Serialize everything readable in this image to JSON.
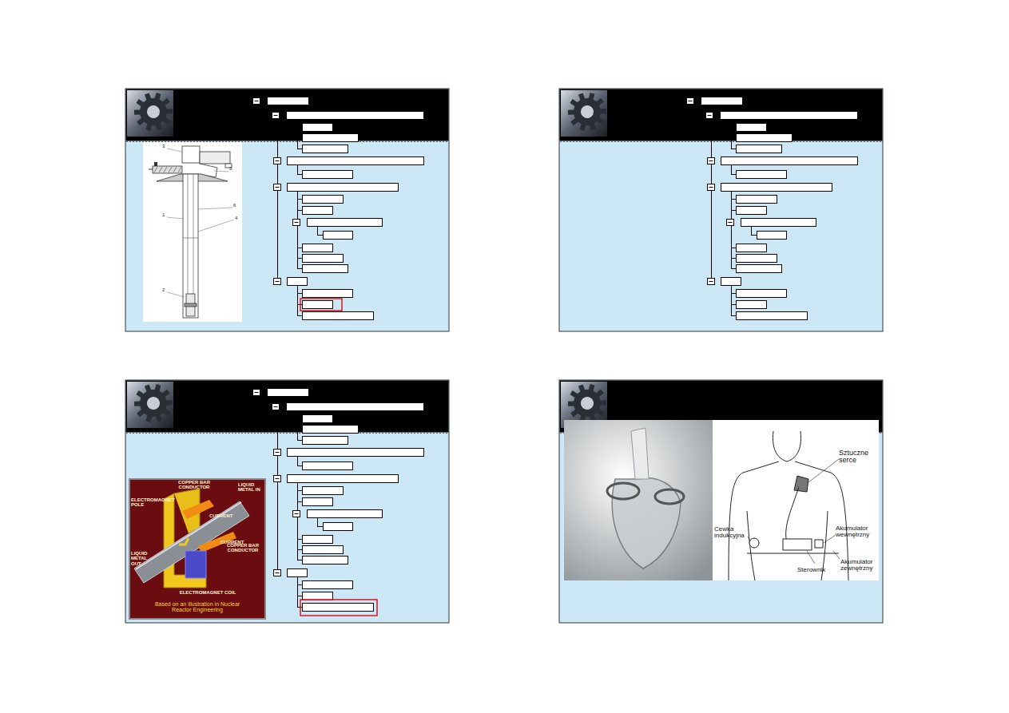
{
  "diagram": {
    "labels": [
      "3",
      "1",
      "2",
      "5",
      "6",
      "4",
      "COPPER BAR CONDUCTOR",
      "ELECTROMAGNET POLE",
      "CURRENT",
      "LIQUID METAL IN",
      "CURRENT",
      "COPPER BAR CONDUCTOR",
      "LIQUID METAL OUT",
      "ELECTROMAGNET COIL",
      "Based on an illustration in Nuclear Reactor Engineering",
      "Sztuczne serce",
      "Cewka indukcyjna",
      "Akumulator wewnętrzny",
      "Sterownik",
      "Akumulator zewnętrzny"
    ]
  }
}
